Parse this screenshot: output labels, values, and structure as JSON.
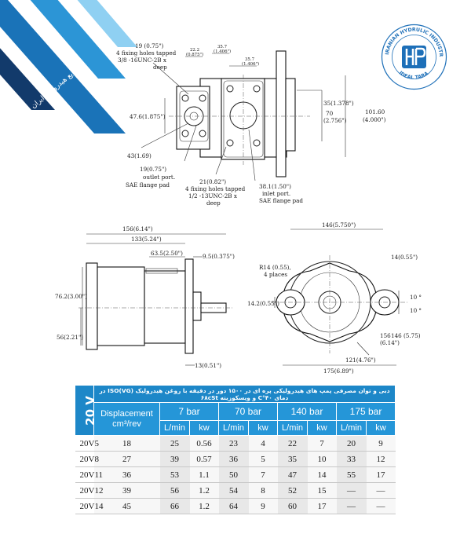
{
  "banner": {
    "text": "صنایع هیدرولیک ایران"
  },
  "logo": {
    "top_text": "IRANIAN HYDRULIC INDUSTRIES",
    "bottom_text": "IDEAL TARA",
    "colors": {
      "blue": "#1d6fb8",
      "light": "#6ab6e4"
    }
  },
  "top_view": {
    "labels": {
      "fixing_top_a": "19 (0.75\")",
      "fixing_top_b": "4 fixing holes tapped",
      "fixing_top_c": "3/8 -16UNC-2B x",
      "fixing_top_d": "deep",
      "d22_a": "22.2",
      "d22_b": "(0.875\")",
      "d357_a": "35.7",
      "d357_b": "(1.406\")",
      "d357b_a": "35.7",
      "d357b_b": "(1.406\")",
      "d35": "35(1.378\")",
      "d70_a": "70",
      "d70_b": "(2.756\")",
      "d10160_a": "101.60",
      "d10160_b": "(4.000\")",
      "d476": "47.6(1.875\")",
      "d43": "43(1.69)",
      "outlet_a": "19(0.75\")",
      "outlet_b": "outlet port.",
      "outlet_c": "SAE flange pad",
      "fix2_a": "21(0.82\")",
      "fix2_b": "4 fixing holes tapped",
      "fix2_c": "1/2 -13UNC-2B x",
      "fix2_d": "deep",
      "inlet_a": "38.1(1.50\")",
      "inlet_b": "inlet port.",
      "inlet_c": "SAE flange pad"
    }
  },
  "side_view": {
    "labels": {
      "d156": "156(6.14\")",
      "d133": "133(5.24\")",
      "d635": "63.5(2.50\")",
      "d95": "9.5(0.375\")",
      "d762": "76.2(3.00\")",
      "d56": "56(2.21\")",
      "d13": "13(0.51\")"
    }
  },
  "end_view": {
    "labels": {
      "d146": "146(5.750\")",
      "r14_a": "R14 (0.55),",
      "r14_b": "4 places",
      "d14r": "14(0.55\")",
      "d142": "14.2(0.55\")",
      "a10a": "10 °",
      "a10b": "10 °",
      "d156": "156",
      "d146b": "146 (5.75)",
      "d614": "(6.14\")",
      "d121": "121(4.76\")",
      "d175": "175(6.89\")"
    }
  },
  "table": {
    "title_fa": "دبی و توان مصرفی پمپ های هیدرولیکی پره ای در ۱۵۰۰ دور در دقیقه با روغن هیدرولیک ISO(VG) در دمای ۴۰°C و ویسکوزیته ۶۸cSt",
    "voltage": "20 V",
    "displacement_label": "Displacement",
    "displacement_unit": "cm³/rev",
    "pressures": [
      "7 bar",
      "70 bar",
      "140 bar",
      "175 bar"
    ],
    "units": [
      "L/min",
      "kw",
      "L/min",
      "kw",
      "L/min",
      "kw",
      "L/min",
      "kw"
    ],
    "rows": [
      {
        "model": "20V5",
        "disp": "18",
        "vals": [
          "25",
          "0.56",
          "23",
          "4",
          "22",
          "7",
          "20",
          "9"
        ]
      },
      {
        "model": "20V8",
        "disp": "27",
        "vals": [
          "39",
          "0.57",
          "36",
          "5",
          "35",
          "10",
          "33",
          "12"
        ]
      },
      {
        "model": "20V11",
        "disp": "36",
        "vals": [
          "53",
          "1.1",
          "50",
          "7",
          "47",
          "14",
          "55",
          "17"
        ]
      },
      {
        "model": "20V12",
        "disp": "39",
        "vals": [
          "56",
          "1.2",
          "54",
          "8",
          "52",
          "15",
          "—",
          "—"
        ]
      },
      {
        "model": "20V14",
        "disp": "45",
        "vals": [
          "66",
          "1.2",
          "64",
          "9",
          "60",
          "17",
          "—",
          "—"
        ]
      }
    ]
  }
}
